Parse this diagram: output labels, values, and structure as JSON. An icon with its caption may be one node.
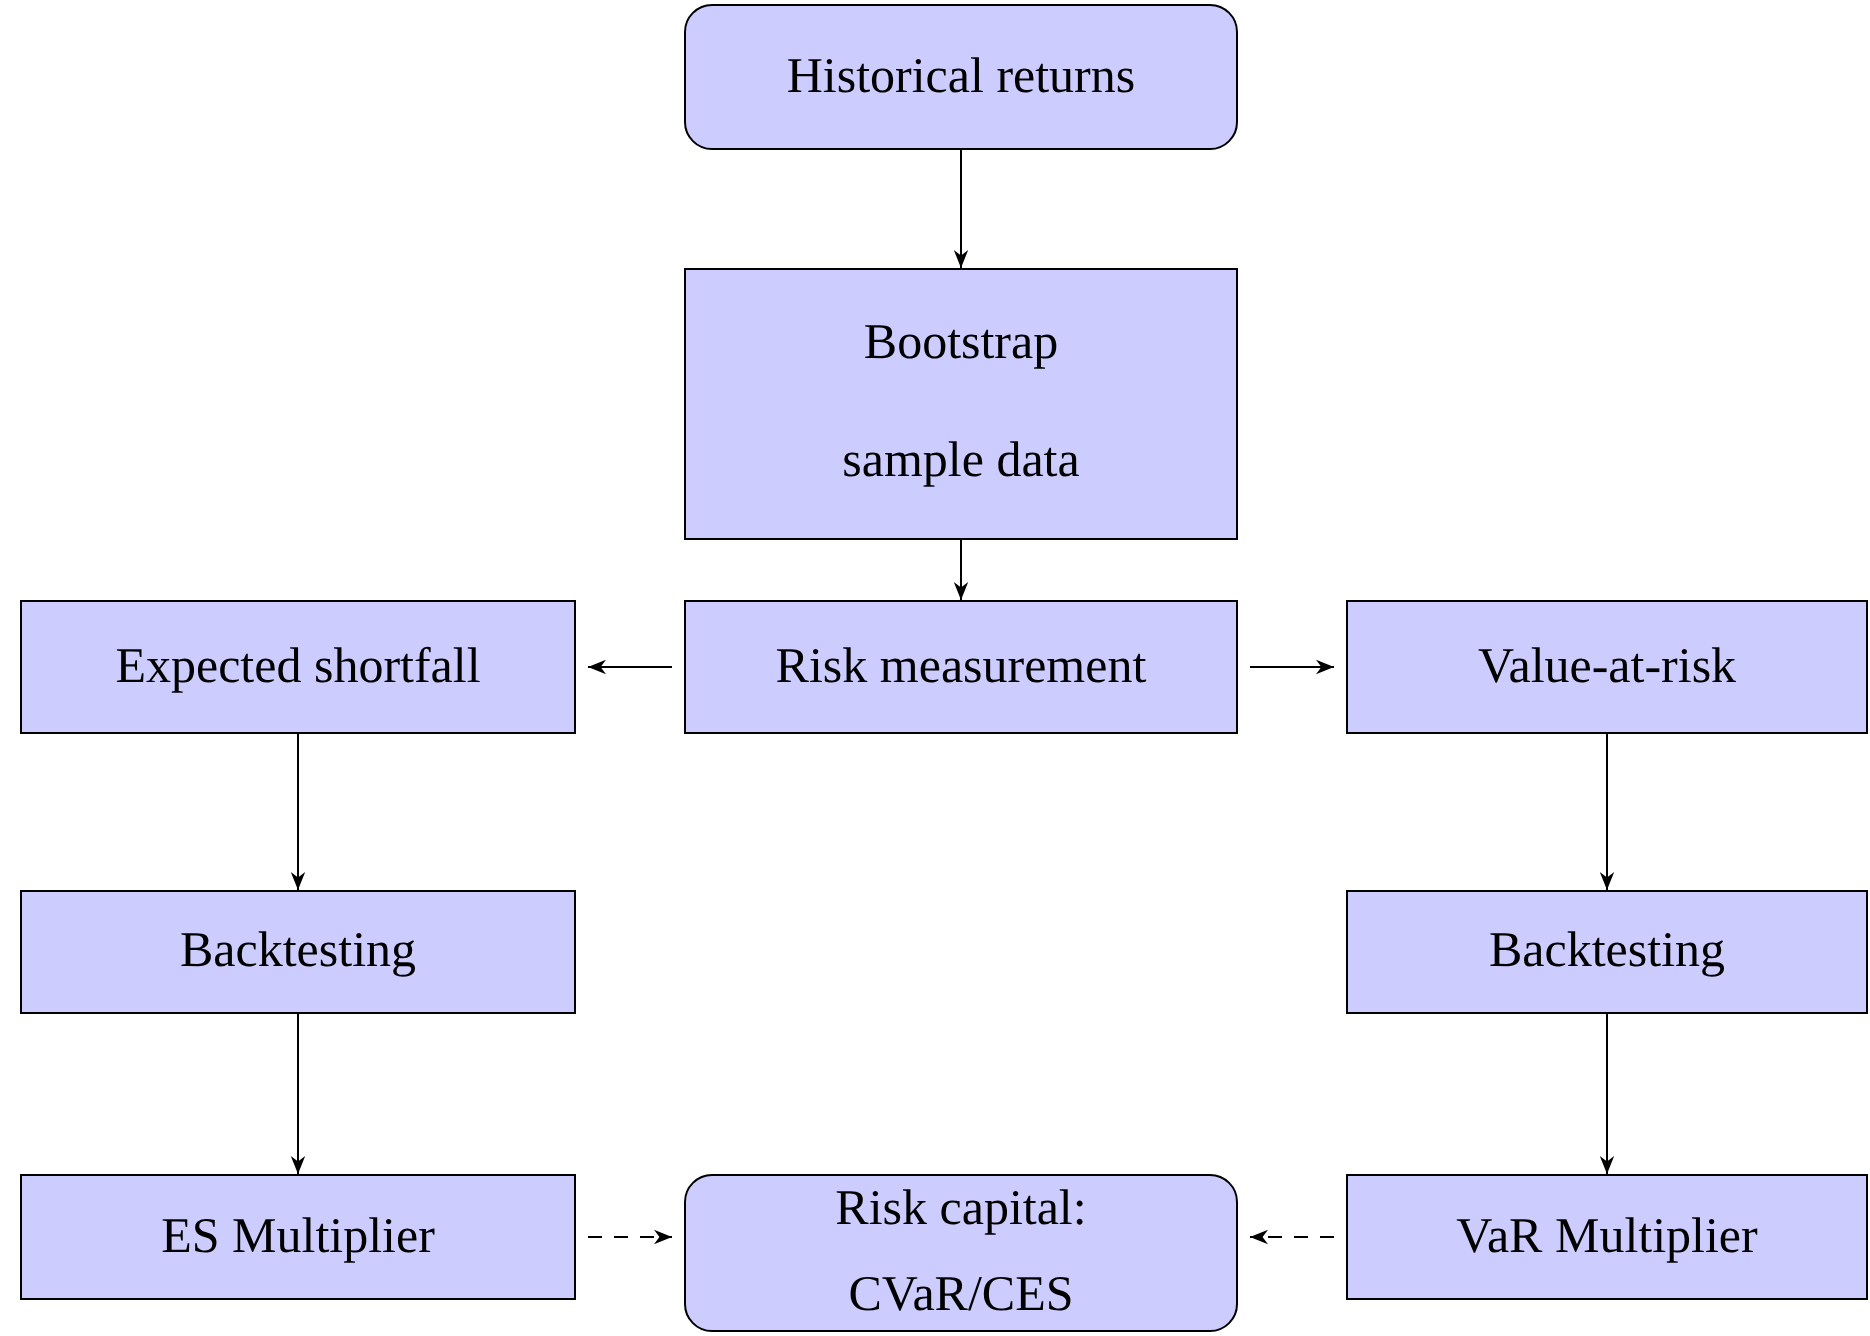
{
  "diagram": {
    "nodes": [
      {
        "text": [
          "Historical returns"
        ]
      },
      {
        "text": [
          "Bootstrap sample data"
        ]
      },
      {
        "text": [
          "Expected shortfall"
        ]
      },
      {
        "text": [
          "Risk measurement"
        ]
      },
      {
        "text": [
          "Value-at-risk"
        ]
      },
      {
        "text": [
          "Backtesting"
        ]
      },
      {
        "text": [
          "Backtesting"
        ]
      },
      {
        "text": [
          "ES Multiplier"
        ]
      },
      {
        "text": [
          "Risk capital: CVaR/CES"
        ]
      },
      {
        "text": [
          "VaR Multiplier"
        ]
      }
    ],
    "edges": [
      {
        "from": 0,
        "to": 1,
        "arrow": "to"
      },
      {
        "from": 1,
        "to": 3,
        "arrow": "to"
      },
      {
        "from": 3,
        "to": 2,
        "arrow": "to"
      },
      {
        "from": 3,
        "to": 4,
        "arrow": "to"
      },
      {
        "from": 2,
        "to": 5,
        "arrow": "to"
      },
      {
        "from": 4,
        "to": 6,
        "arrow": "to"
      },
      {
        "from": 5,
        "to": 7,
        "arrow": "to"
      },
      {
        "from": 6,
        "to": 9,
        "arrow": "to"
      },
      {
        "from": 7,
        "to": 8,
        "arrow": "to",
        "style": "dashed"
      },
      {
        "from": 9,
        "to": 8,
        "arrow": "to",
        "style": "dashed"
      }
    ]
  }
}
